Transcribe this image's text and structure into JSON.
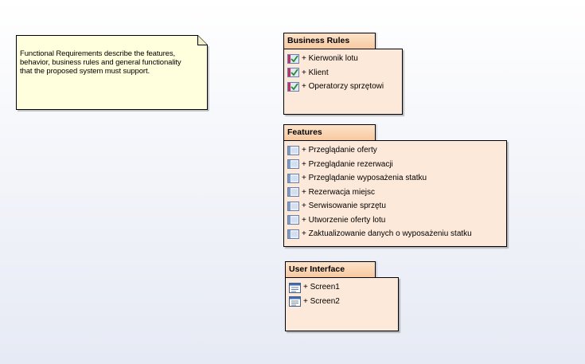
{
  "note": {
    "lines": [
      "Functional Requirements describe the features,",
      "behavior, business rules and general functionality",
      "that the proposed system must support."
    ]
  },
  "packages": [
    {
      "id": "business-rules",
      "title": "Business Rules",
      "item_icon": "checked-requirement-icon",
      "items": [
        "+ Kierwonik lotu",
        "+ Klient",
        "+ Operatorzy sprzętowi"
      ]
    },
    {
      "id": "features",
      "title": "Features",
      "item_icon": "feature-requirement-icon",
      "items": [
        "+ Przeglądanie oferty",
        "+ Przeglądanie rezerwacji",
        "+ Przeglądanie wyposażenia statku",
        "+ Rezerwacja miejsc",
        "+ Serwisowanie sprzętu",
        "+ Utworzenie oferty lotu",
        "+ Zaktualizowanie danych o wyposażeniu statku"
      ]
    },
    {
      "id": "user-interface",
      "title": "User Interface",
      "item_icon": "screen-icon",
      "items": [
        "+ Screen1",
        "+ Screen2"
      ]
    }
  ],
  "colors": {
    "package_tab": "#f7c9a0",
    "package_body": "#fde9d9",
    "note_fill": "#ffffdd"
  }
}
